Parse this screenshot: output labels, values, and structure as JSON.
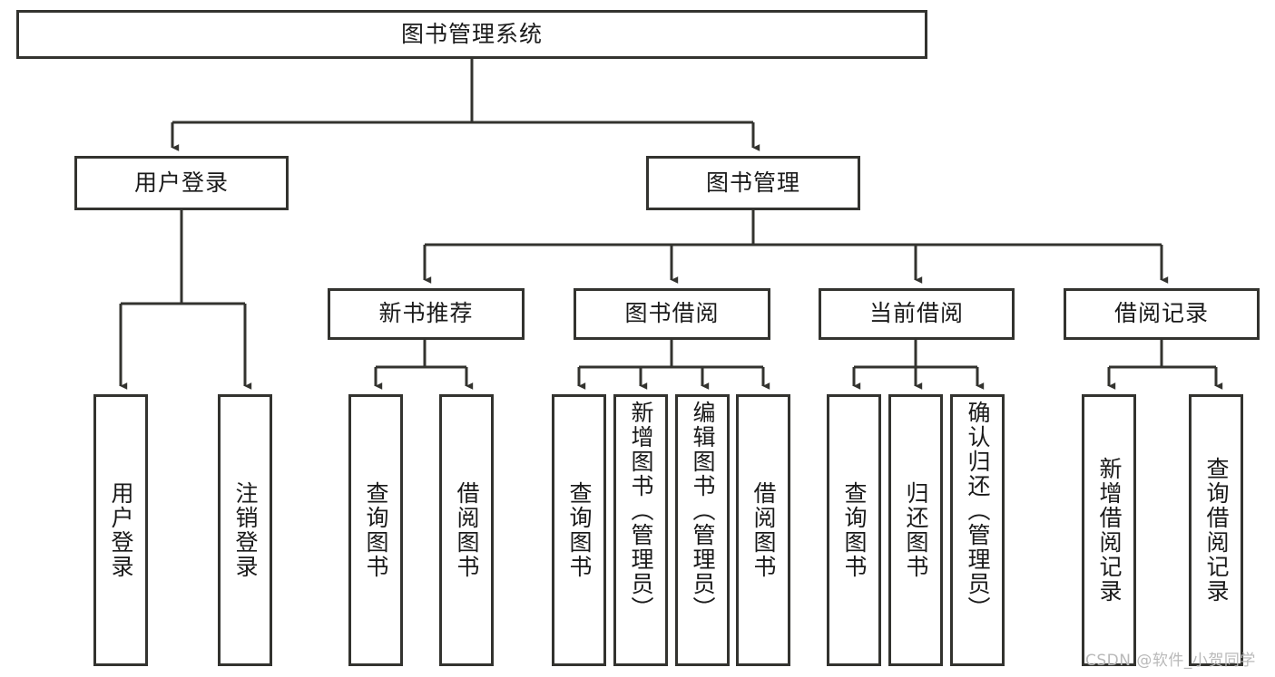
{
  "diagram": {
    "title": "图书管理系统",
    "type": "tree-hierarchy-chart",
    "colors": {
      "box_border": "#33332f",
      "box_fill": "#ffffff",
      "edge": "#33332f",
      "text": "#1a1a1a",
      "watermark": "#b9b9b9",
      "background": "#ffffff"
    },
    "root": {
      "label": "图书管理系统"
    },
    "level2": [
      {
        "label": "用户登录"
      },
      {
        "label": "图书管理"
      }
    ],
    "level3": [
      {
        "label": "新书推荐"
      },
      {
        "label": "图书借阅"
      },
      {
        "label": "当前借阅"
      },
      {
        "label": "借阅记录"
      }
    ],
    "leaves": {
      "user_login": [
        {
          "label": "用户登录"
        },
        {
          "label": "注销登录"
        }
      ],
      "new_book_recommend": [
        {
          "label": "查询图书"
        },
        {
          "label": "借阅图书"
        }
      ],
      "book_borrow": [
        {
          "label": "查询图书"
        },
        {
          "label": "新增图书（管理员）"
        },
        {
          "label": "编辑图书（管理员）"
        },
        {
          "label": "借阅图书"
        }
      ],
      "current_borrow": [
        {
          "label": "查询图书"
        },
        {
          "label": "归还图书"
        },
        {
          "label": "确认归还（管理员）"
        }
      ],
      "borrow_record": [
        {
          "label": "新增借阅记录"
        },
        {
          "label": "查询借阅记录"
        }
      ]
    }
  },
  "watermark": {
    "text": "CSDN @软件_小贺同学"
  }
}
